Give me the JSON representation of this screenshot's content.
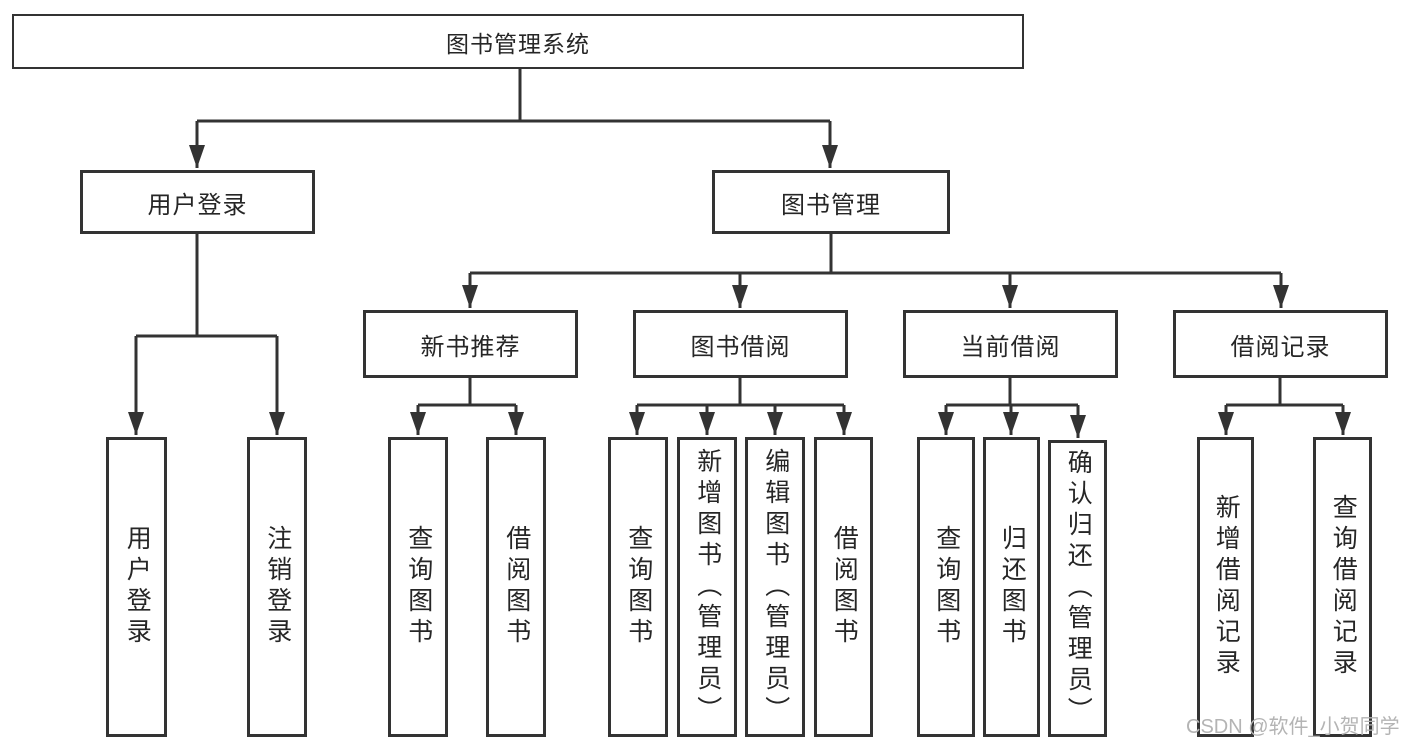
{
  "tree": {
    "root": "图书管理系统",
    "branches": [
      {
        "label": "用户登录",
        "leaves": [
          "用户登录",
          "注销登录"
        ]
      },
      {
        "label": "图书管理",
        "children": [
          {
            "label": "新书推荐",
            "leaves": [
              "查询图书",
              "借阅图书"
            ]
          },
          {
            "label": "图书借阅",
            "leaves": [
              "查询图书",
              "新增图书（管理员）",
              "编辑图书（管理员）",
              "借阅图书"
            ]
          },
          {
            "label": "当前借阅",
            "leaves": [
              "查询图书",
              "归还图书",
              "确认归还（管理员）"
            ]
          },
          {
            "label": "借阅记录",
            "leaves": [
              "新增借阅记录",
              "查询借阅记录"
            ]
          }
        ]
      }
    ]
  },
  "watermark": {
    "text": "CSDN @软件_小贺同学"
  },
  "colors": {
    "line": "#333333",
    "border": "#333333",
    "text": "#262626",
    "background": "#ffffff",
    "watermark": "#b4b4b4"
  }
}
